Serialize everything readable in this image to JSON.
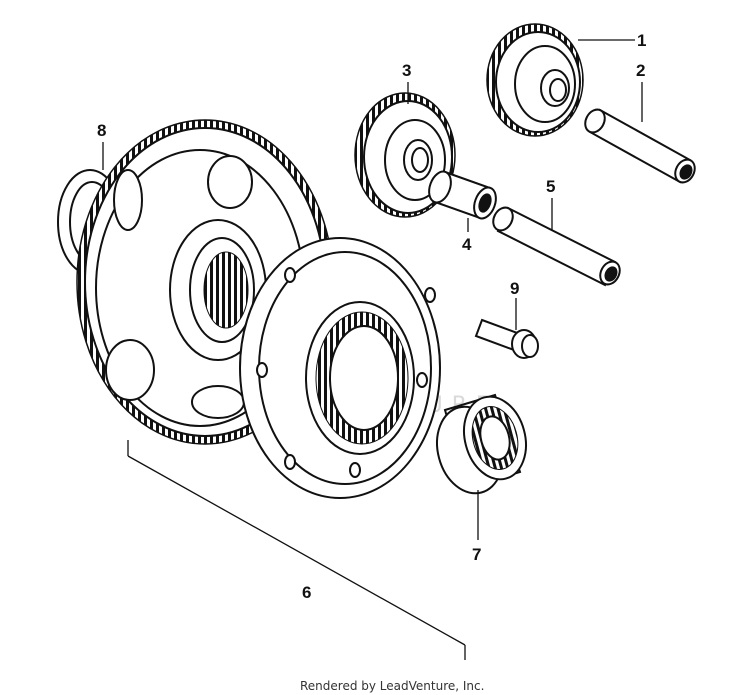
{
  "diagram": {
    "parts": [
      {
        "label": "1"
      },
      {
        "label": "2"
      },
      {
        "label": "3"
      },
      {
        "label": "4"
      },
      {
        "label": "5"
      },
      {
        "label": "6"
      },
      {
        "label": "7"
      },
      {
        "label": "8"
      },
      {
        "label": "9"
      }
    ]
  },
  "watermark": {
    "text": "LEADVENTURE"
  },
  "footer": {
    "text": "Rendered by LeadVenture, Inc."
  }
}
